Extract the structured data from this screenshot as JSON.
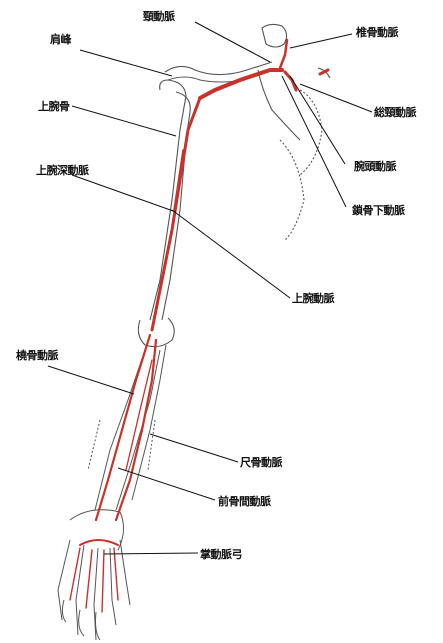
{
  "labels": {
    "acromion": "肩峰",
    "humerus": "上腕骨",
    "deep_brachial": "上腕深動脈",
    "common_carotid": "頸動脈",
    "vertebral": "椎骨動脈",
    "thyrocervical": "総頸動脈",
    "brachiocephalic": "腕頭動脈",
    "subclavian": "鎖骨下動脈",
    "brachial": "上腕動脈",
    "radial": "橈骨動脈",
    "ulnar": "尺骨動脈",
    "interosseous": "前骨間動脈",
    "palmar_arch": "掌動脈弓"
  },
  "colors": {
    "artery": "#c8322a",
    "bone_outline": "#555555",
    "leader": "#111111"
  }
}
